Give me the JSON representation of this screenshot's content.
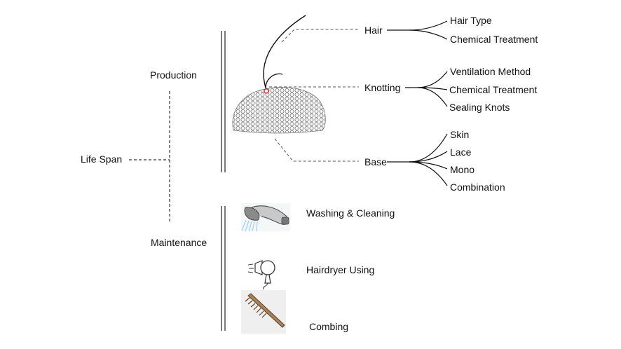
{
  "root": {
    "label": "Life Span"
  },
  "production": {
    "label": "Production",
    "groups": {
      "hair": {
        "label": "Hair",
        "items": [
          "Hair Type",
          "Chemical Treatment"
        ]
      },
      "knotting": {
        "label": "Knotting",
        "items": [
          "Ventilation Method",
          "Chemical Treatment",
          "Sealing Knots"
        ]
      },
      "base": {
        "label": "Base",
        "items": [
          "Skin",
          "Lace",
          "Mono",
          "Combination"
        ]
      }
    }
  },
  "maintenance": {
    "label": "Maintenance",
    "items": [
      {
        "label": "Washing & Cleaning",
        "icon": "shower-head-icon"
      },
      {
        "label": "Hairdryer Using",
        "icon": "hairdryer-icon"
      },
      {
        "label": "Combing",
        "icon": "comb-icon"
      }
    ]
  }
}
